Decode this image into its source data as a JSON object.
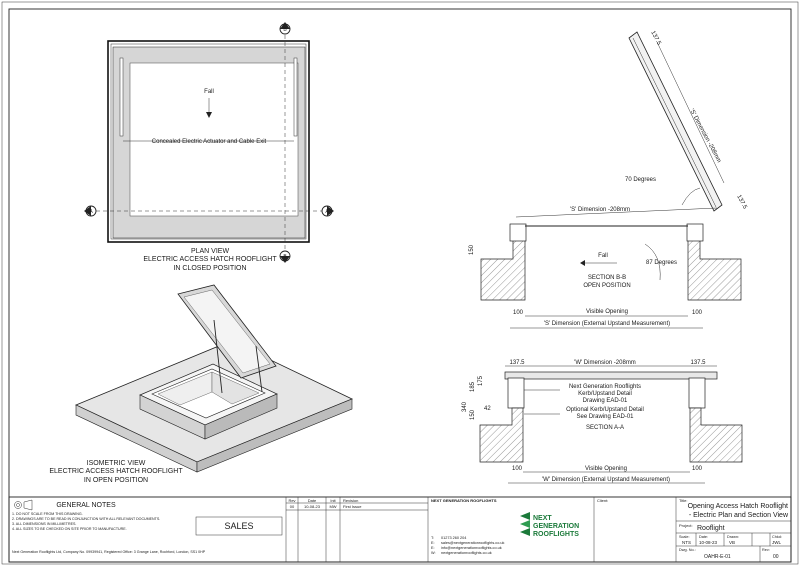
{
  "plan_view": {
    "fall": "Fall",
    "actuator_note": "Concealed Electric Actuator and Cable Exit",
    "title_1": "PLAN VIEW",
    "title_2": "ELECTRIC ACCESS HATCH ROOFLIGHT",
    "title_3": "IN CLOSED POSITION",
    "section_marks": [
      "B",
      "B",
      "A",
      "A"
    ]
  },
  "iso_view": {
    "title_1": "ISOMETRIC VIEW",
    "title_2": "ELECTRIC ACCESS HATCH ROOFLIGHT",
    "title_3": "IN OPEN POSITION"
  },
  "section_bb": {
    "dim_top": "137.5",
    "dim_diag": "'S' Dimension -208mm",
    "angle_70": "70 Degrees",
    "dim_right": "137.5",
    "dim_s_horiz": "'S' Dimension -208mm",
    "height_150": "150",
    "fall": "Fall",
    "angle_87": "87 Degrees",
    "title_1": "SECTION B-B",
    "title_2": "OPEN POSITION",
    "visible_opening": "Visible Opening",
    "dim_100_left": "100",
    "dim_100_right": "100",
    "s_external": "'S' Dimension (External Upstand Measurement)"
  },
  "section_aa": {
    "dim_left": "137.5",
    "w_dim": "'W' Dimension -208mm",
    "dim_right": "137.5",
    "label_1": "Next Generation Rooflights",
    "label_2": "Kerb/Upstand Detail",
    "label_3": "Drawing EAD-01",
    "label_4": "Optional Kerb/Upstand Detail",
    "label_5": "See Drawing EAD-01",
    "title": "SECTION A-A",
    "h_340": "340",
    "h_185": "185",
    "h_175": "175",
    "h_150": "150",
    "h_42": "42",
    "visible_opening": "Visible Opening",
    "dim_100_left": "100",
    "dim_100_right": "100",
    "w_external": "'W' Dimension (External Upstand Measurement)"
  },
  "title_block": {
    "general_notes_heading": "GENERAL NOTES",
    "notes": [
      "1. DO NOT SCALE FROM THIS DRAWING.",
      "2. DRAWINGS ARE TO BE READ IN CONJUNCTION WITH ALL RELEVANT DOCUMENTS.",
      "3. ALL DIMENSIONS IN MILLIMETRES.",
      "4. ALL SIZES TO BE CHECKED ON SITE PRIOR TO MANUFACTURE."
    ],
    "sales_stamp": "SALES",
    "company_line": "Next Generation Rooflights Ltd, Company No. 09939941, Registered Office: 3 Grange Lane, Rochford, London, SS1 0HP",
    "rev_headers": [
      "Rev",
      "Date",
      "Init",
      "Revision"
    ],
    "rev_row": [
      "00",
      "10-08-23",
      "MW",
      "First Issue"
    ],
    "company_heading": "NEXT GENERATION ROOFLIGHTS",
    "contact": [
      "01273 260 204",
      "sales@nextgenerationrooflights.co.uk",
      "info@nextgenerationrooflights.co.uk",
      "nextgenerationrooflights.co.uk"
    ],
    "contact_prefix": [
      "T:",
      "E:",
      "E:",
      "W:"
    ],
    "logo_1": "NEXT",
    "logo_2": "GENERATION",
    "logo_3": "ROOFLIGHTS",
    "client_label": "Client:",
    "title_label": "Title:",
    "title_1": "Opening Access Hatch Rooflight",
    "title_2": "- Electric Plan and Section View",
    "project_label": "Project:",
    "project": "Rooflight",
    "scale_label": "Scale:",
    "scale": "NTS",
    "date_label": "Date:",
    "date": "10-08-23",
    "drawn_label": "Drawn:",
    "drawn": "VB",
    "chkd_label": "Chkd:",
    "chkd": "JWL",
    "dwg_label": "Dwg. No.:",
    "dwg": "OAHR-E-01",
    "rev_label": "Rev:",
    "rev": "00"
  }
}
